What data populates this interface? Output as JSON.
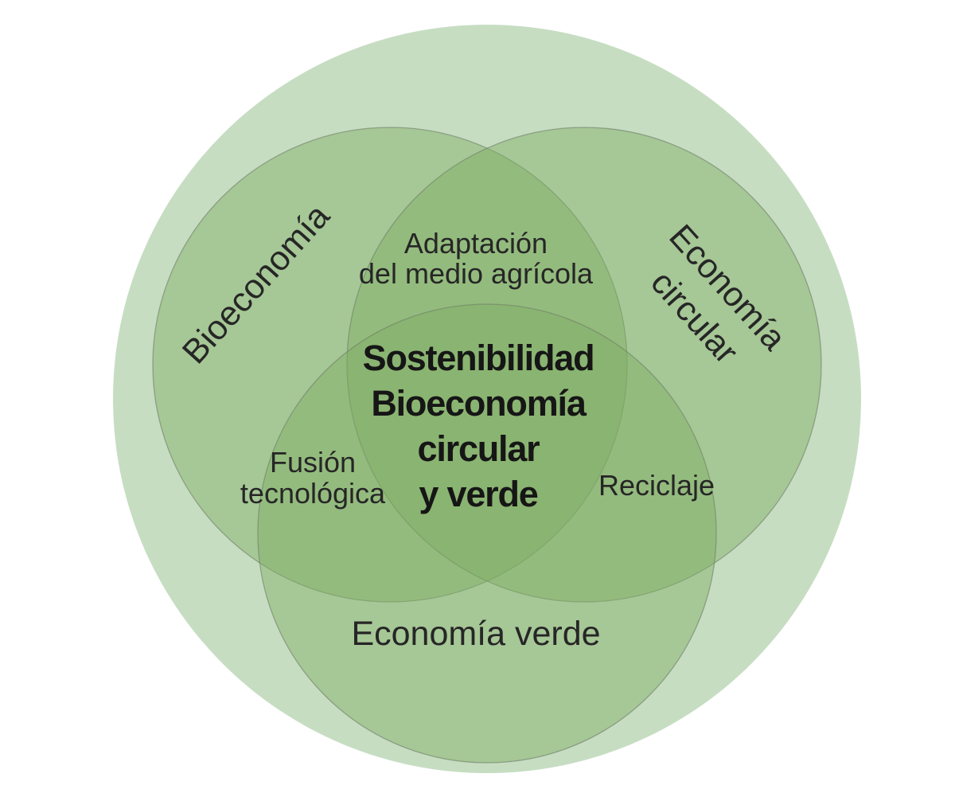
{
  "diagram": {
    "type": "venn",
    "center_label": {
      "lines": [
        "Sostenibilidad",
        "Bioeconomía",
        "circular",
        "y verde"
      ]
    },
    "sets": [
      {
        "id": "bioeconomia",
        "label": "Bioeconomía"
      },
      {
        "id": "economia-circular",
        "label": "Economía circular",
        "lines": [
          "Economía",
          "circular"
        ]
      },
      {
        "id": "economia-verde",
        "label": "Economía verde"
      }
    ],
    "intersections": [
      {
        "id": "bioeconomia-circular",
        "lines": [
          "Adaptación",
          "del medio agrícola"
        ]
      },
      {
        "id": "bioeconomia-verde",
        "lines": [
          "Fusión",
          "tecnológica"
        ]
      },
      {
        "id": "circular-verde",
        "label": "Reciclaje"
      }
    ],
    "colors": {
      "background": "#ffffff",
      "outer_fill": "#c6ddc2",
      "set_fill": "#7ead61",
      "set_fill_opacity": "0.45",
      "set_stroke": "#6e7d68",
      "set_stroke_opacity": "0.6",
      "label_color": "#262626",
      "center_label_color": "#161616"
    }
  }
}
